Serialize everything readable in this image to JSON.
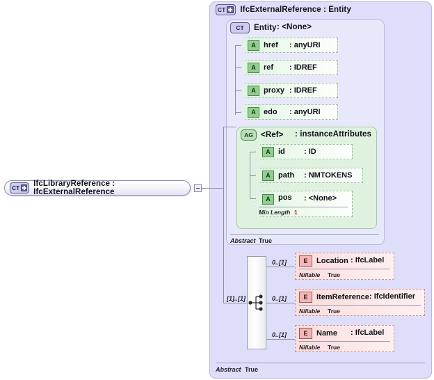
{
  "diagram": {
    "type": "xsd-schema-diagram",
    "root_node": {
      "icon": "ct-plus-icon",
      "label": "IfcLibraryReference : IfcExternalReference",
      "collapse_control": "minus"
    },
    "outer_container": {
      "icon": "ct-plus-icon",
      "label": "IfcExternalReference : Entity",
      "abstract_label": "Abstract",
      "abstract_value": "True"
    },
    "entity_container": {
      "icon": "ct-icon",
      "name": "Entity",
      "type": ": <None>",
      "abstract_label": "Abstract",
      "abstract_value": "True",
      "attributes": [
        {
          "icon": "a-icon",
          "name": "href",
          "type": ": anyURI"
        },
        {
          "icon": "a-icon",
          "name": "ref",
          "type": ": IDREF"
        },
        {
          "icon": "a-icon",
          "name": "proxy",
          "type": ": IDREF"
        },
        {
          "icon": "a-icon",
          "name": "edo",
          "type": ": anyURI"
        }
      ]
    },
    "attribute_group": {
      "icon": "ag-icon",
      "name": "<Ref>",
      "type": ": instanceAttributes",
      "attributes": [
        {
          "icon": "a-icon",
          "name": "id",
          "type": ": ID"
        },
        {
          "icon": "a-icon",
          "name": "path",
          "type": ": NMTOKENS"
        },
        {
          "icon": "a-icon",
          "name": "pos",
          "type": ": <None>",
          "facet_label": "Min Length",
          "facet_value": "1"
        }
      ]
    },
    "sequence": {
      "icon": "sequence-icon",
      "cardinality": "[1]..[1]"
    },
    "elements": [
      {
        "icon": "e-icon",
        "name": "Location",
        "type": ": IfcLabel",
        "cardinality": "0..[1]",
        "facet_label": "Nillable",
        "facet_value": "True"
      },
      {
        "icon": "e-icon",
        "name": "ItemReference",
        "type": ": IfcIdentifier",
        "cardinality": "0..[1]",
        "facet_label": "Nillable",
        "facet_value": "True"
      },
      {
        "icon": "e-icon",
        "name": "Name",
        "type": ": IfcLabel",
        "cardinality": "0..[1]",
        "facet_label": "Nillable",
        "facet_value": "True"
      }
    ],
    "icon_text": {
      "ct": "CT",
      "ag": "AG",
      "a": "A",
      "e": "E"
    },
    "colors": {
      "outer_bg": "#dedefa",
      "entity_bg": "#e8e8fb",
      "group_bg": "#dff2df",
      "element_bg": "#fadcdc",
      "line": "#8c8cab"
    }
  }
}
